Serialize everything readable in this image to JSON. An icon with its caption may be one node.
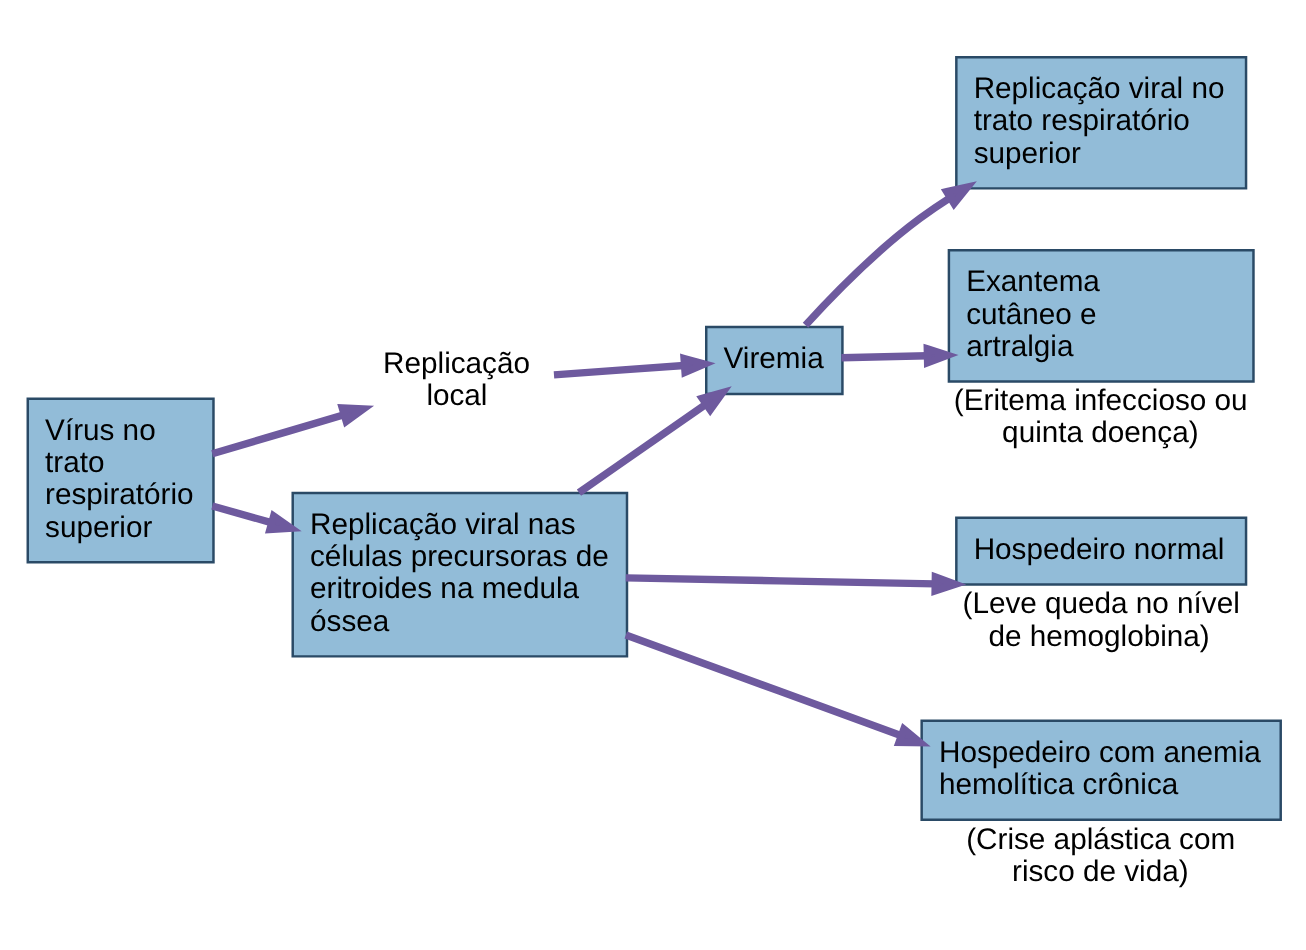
{
  "diagram": {
    "nodes": [
      {
        "text": [
          "Vírus no trato respiratório superior"
        ]
      },
      {
        "text": [
          "Replicação local"
        ]
      },
      {
        "text": [
          "Viremia"
        ]
      },
      {
        "text": [
          "Replicação viral no trato respiratório superior"
        ]
      },
      {
        "text": [
          "Exantema cutâneo e artralgia"
        ],
        "beside": [
          "(Eritema infeccioso ou quinta doença)"
        ]
      },
      {
        "text": [
          "Replicação viral nas células precursoras de eritroides na medula óssea"
        ]
      },
      {
        "text": [
          "Hospedeiro normal"
        ],
        "beside": [
          "(Leve queda no nível de hemoglobina)"
        ]
      },
      {
        "text": [
          "Hospedeiro com anemia hemolítica crônica"
        ],
        "beside": [
          "(Crise aplástica com risco de vida)"
        ]
      }
    ],
    "edges": [
      {
        "from": 0,
        "to": 1,
        "arrow": "to"
      },
      {
        "from": 1,
        "to": 2,
        "arrow": "to"
      },
      {
        "from": 0,
        "to": 5,
        "arrow": "to"
      },
      {
        "from": 5,
        "to": 2,
        "arrow": "to"
      },
      {
        "from": 2,
        "to": 3,
        "arrow": "to"
      },
      {
        "from": 2,
        "to": 4,
        "arrow": "to"
      },
      {
        "from": 5,
        "to": 6,
        "arrow": "to"
      },
      {
        "from": 5,
        "to": 7,
        "arrow": "to"
      }
    ]
  }
}
